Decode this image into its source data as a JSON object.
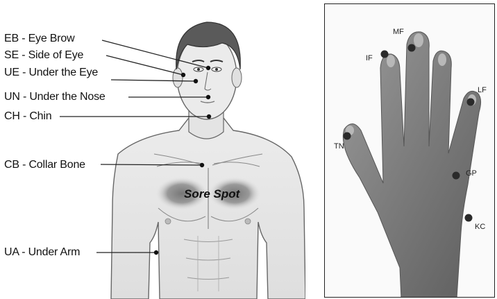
{
  "body_points": [
    {
      "abbr": "EB",
      "label": "EB - Eye Brow"
    },
    {
      "abbr": "SE",
      "label": "SE - Side of Eye"
    },
    {
      "abbr": "UE",
      "label": "UE - Under the Eye"
    },
    {
      "abbr": "UN",
      "label": "UN - Under the Nose"
    },
    {
      "abbr": "CH",
      "label": "CH - Chin"
    },
    {
      "abbr": "CB",
      "label": "CB - Collar Bone"
    },
    {
      "abbr": "UA",
      "label": "UA - Under Arm"
    }
  ],
  "sore_spot": "Sore Spot",
  "hand_points": [
    {
      "abbr": "TN",
      "label": "TN"
    },
    {
      "abbr": "IF",
      "label": "IF"
    },
    {
      "abbr": "MF",
      "label": "MF"
    },
    {
      "abbr": "LF",
      "label": "LF"
    },
    {
      "abbr": "GP",
      "label": "GP"
    },
    {
      "abbr": "KC",
      "label": "KC"
    }
  ],
  "colors": {
    "skin_light": "#e9e9e9",
    "skin_shadow": "#c9c9c9",
    "hair": "#5a5a5a",
    "outline": "#555555",
    "sore_glow": "#8a8a8a",
    "hand_skin": "#7d7d7d",
    "point_dot": "#222222"
  }
}
